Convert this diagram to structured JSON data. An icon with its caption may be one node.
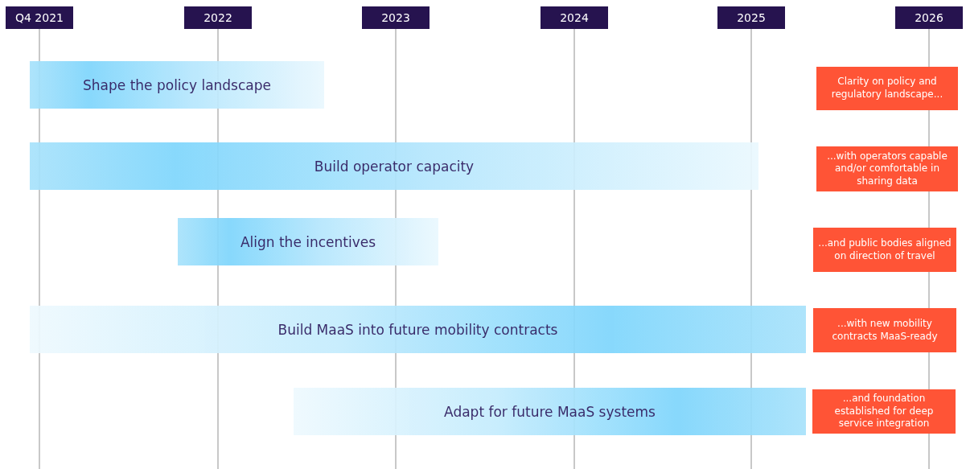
{
  "diagram": {
    "nodes": [
      {
        "text": [
          "Q4 2021"
        ]
      },
      {
        "text": [
          "2022"
        ]
      },
      {
        "text": [
          "2023"
        ]
      },
      {
        "text": [
          "2024"
        ]
      },
      {
        "text": [
          "2025"
        ]
      },
      {
        "text": [
          "2026"
        ]
      },
      {
        "text": [
          "Shape the policy landscape"
        ]
      },
      {
        "text": [
          "Build operator capacity"
        ]
      },
      {
        "text": [
          "Align the incentives"
        ]
      },
      {
        "text": [
          "Build MaaS into future mobility contracts"
        ]
      },
      {
        "text": [
          "Adapt for future MaaS systems"
        ]
      },
      {
        "text": [
          "Clarity on policy and regulatory landscape..."
        ]
      },
      {
        "text": [
          "...with operators capable and/or comfortable in sharing data"
        ]
      },
      {
        "text": [
          "...and public bodies aligned on direction of travel"
        ]
      },
      {
        "text": [
          "...with new mobility contracts MaaS-ready"
        ]
      },
      {
        "text": [
          "...and foundation established for deep service integration"
        ]
      }
    ]
  }
}
